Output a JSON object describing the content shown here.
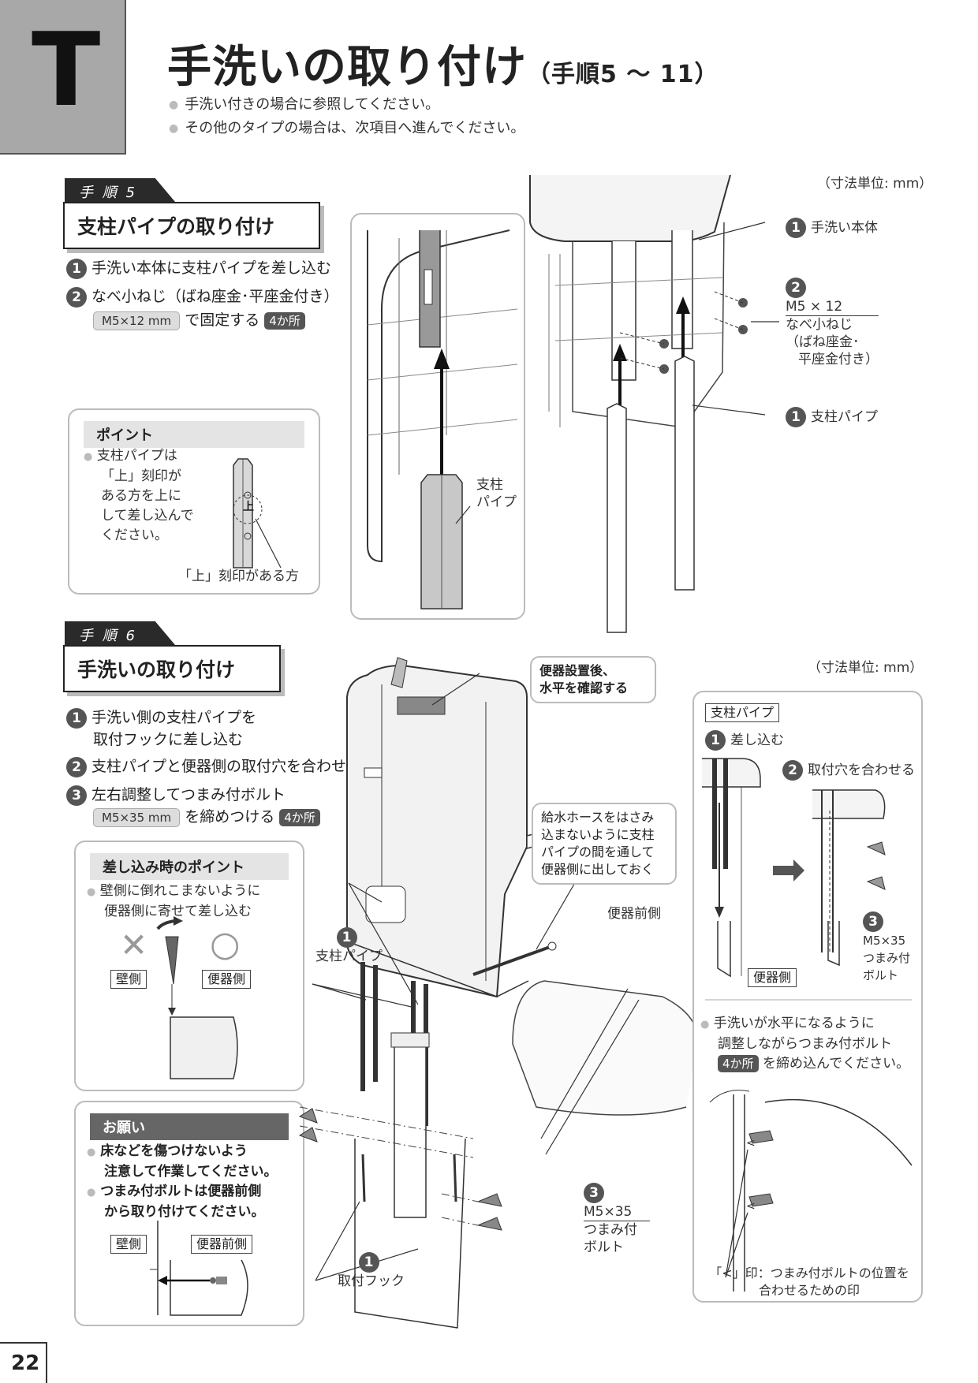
{
  "section": {
    "letter": "T"
  },
  "header": {
    "title": "手洗いの取り付け",
    "title_suffix": "（手順5 ～ 11）",
    "bullets": [
      "手洗い付きの場合に参照してください。",
      "その他のタイプの場合は、次項目へ進んでください。"
    ]
  },
  "step5": {
    "tag": "手 順 5",
    "heading": "支柱パイプの取り付け",
    "items": [
      {
        "num": "1",
        "text": "手洗い本体に支柱パイプを差し込む"
      },
      {
        "num": "2",
        "text": "なべ小ねじ（ばね座金･平座金付き）"
      }
    ],
    "spec": "M5×12 mm",
    "spec_suffix": "で固定する",
    "count": "4か所",
    "point": {
      "title": "ポイント",
      "text": "支柱パイプは「上」刻印がある方を上にして差し込んでください。",
      "lines": [
        "支柱パイプは",
        "「上」刻印が",
        "ある方を上に",
        "して差し込んで",
        "ください。"
      ],
      "mark_char": "上",
      "caption": "「上」刻印がある方"
    },
    "detail_label": "支柱\nパイプ",
    "detail_label_lines": [
      "支柱",
      "パイプ"
    ],
    "unit": "（寸法単位: mm）",
    "labels": {
      "body": {
        "num": "1",
        "text": "手洗い本体"
      },
      "screw": {
        "num": "2",
        "size": "M5 × 12",
        "lines": [
          "なべ小ねじ",
          "（ばね座金･",
          "平座金付き）"
        ]
      },
      "pipe": {
        "num": "1",
        "text": "支柱パイプ"
      }
    }
  },
  "step6": {
    "tag": "手 順 6",
    "heading": "手洗いの取り付け",
    "items": [
      {
        "num": "1",
        "lines": [
          "手洗い側の支柱パイプを",
          "取付フックに差し込む"
        ]
      },
      {
        "num": "2",
        "lines": [
          "支柱パイプと便器側の取付穴を合わせる"
        ]
      },
      {
        "num": "3",
        "lines": [
          "左右調整してつまみ付ボルト"
        ]
      }
    ],
    "spec": "M5×35 mm",
    "spec_suffix": "を締めつける",
    "count": "4か所",
    "insert_point": {
      "title": "差し込み時のポイント",
      "lines": [
        "壁側に倒れこまないように",
        "便器側に寄せて差し込む"
      ],
      "wrong_mark": "✕",
      "right_mark": "○",
      "wall_label": "壁側",
      "bowl_label": "便器側"
    },
    "request": {
      "title": "お願い",
      "bullet1": [
        "床などを傷つけないよう",
        "注意して作業してください。"
      ],
      "bullet2": [
        "つまみ付ボルトは便器前側",
        "から取り付けてください。"
      ],
      "wall_label": "壁側",
      "front_label": "便器前側"
    },
    "callout_level": [
      "便器設置後、",
      "水平を確認する"
    ],
    "callout_hose": [
      "給水ホースをはさみ",
      "込まないように支柱",
      "パイプの間を通して",
      "便器側に出しておく"
    ],
    "front_label": "便器前側",
    "pipe_label": {
      "num": "1",
      "text": "支柱パイプ"
    },
    "hook_label": {
      "num": "1",
      "text": "取付フック"
    },
    "bolt_label": {
      "num": "3",
      "lines": [
        "M5×35",
        "つまみ付",
        "ボルト"
      ]
    },
    "unit": "（寸法単位: mm）",
    "detail": {
      "box_label": "支柱パイプ",
      "sub1": {
        "num": "1",
        "text": "差し込む"
      },
      "sub2": {
        "num": "2",
        "text": "取付穴を合わせる"
      },
      "sub3": {
        "num": "3",
        "lines": [
          "M5×35",
          "つまみ付",
          "ボルト"
        ]
      },
      "bowl_label": "便器側",
      "note_lines": [
        "手洗いが水平になるように",
        "調整しながらつまみ付ボルト"
      ],
      "note_count": "4か所",
      "note_tail": "を締め込んでください。",
      "mark_note": [
        "「<」印：つまみ付ボルトの位置を",
        "合わせるための印"
      ]
    }
  },
  "footer": {
    "page": "22"
  }
}
